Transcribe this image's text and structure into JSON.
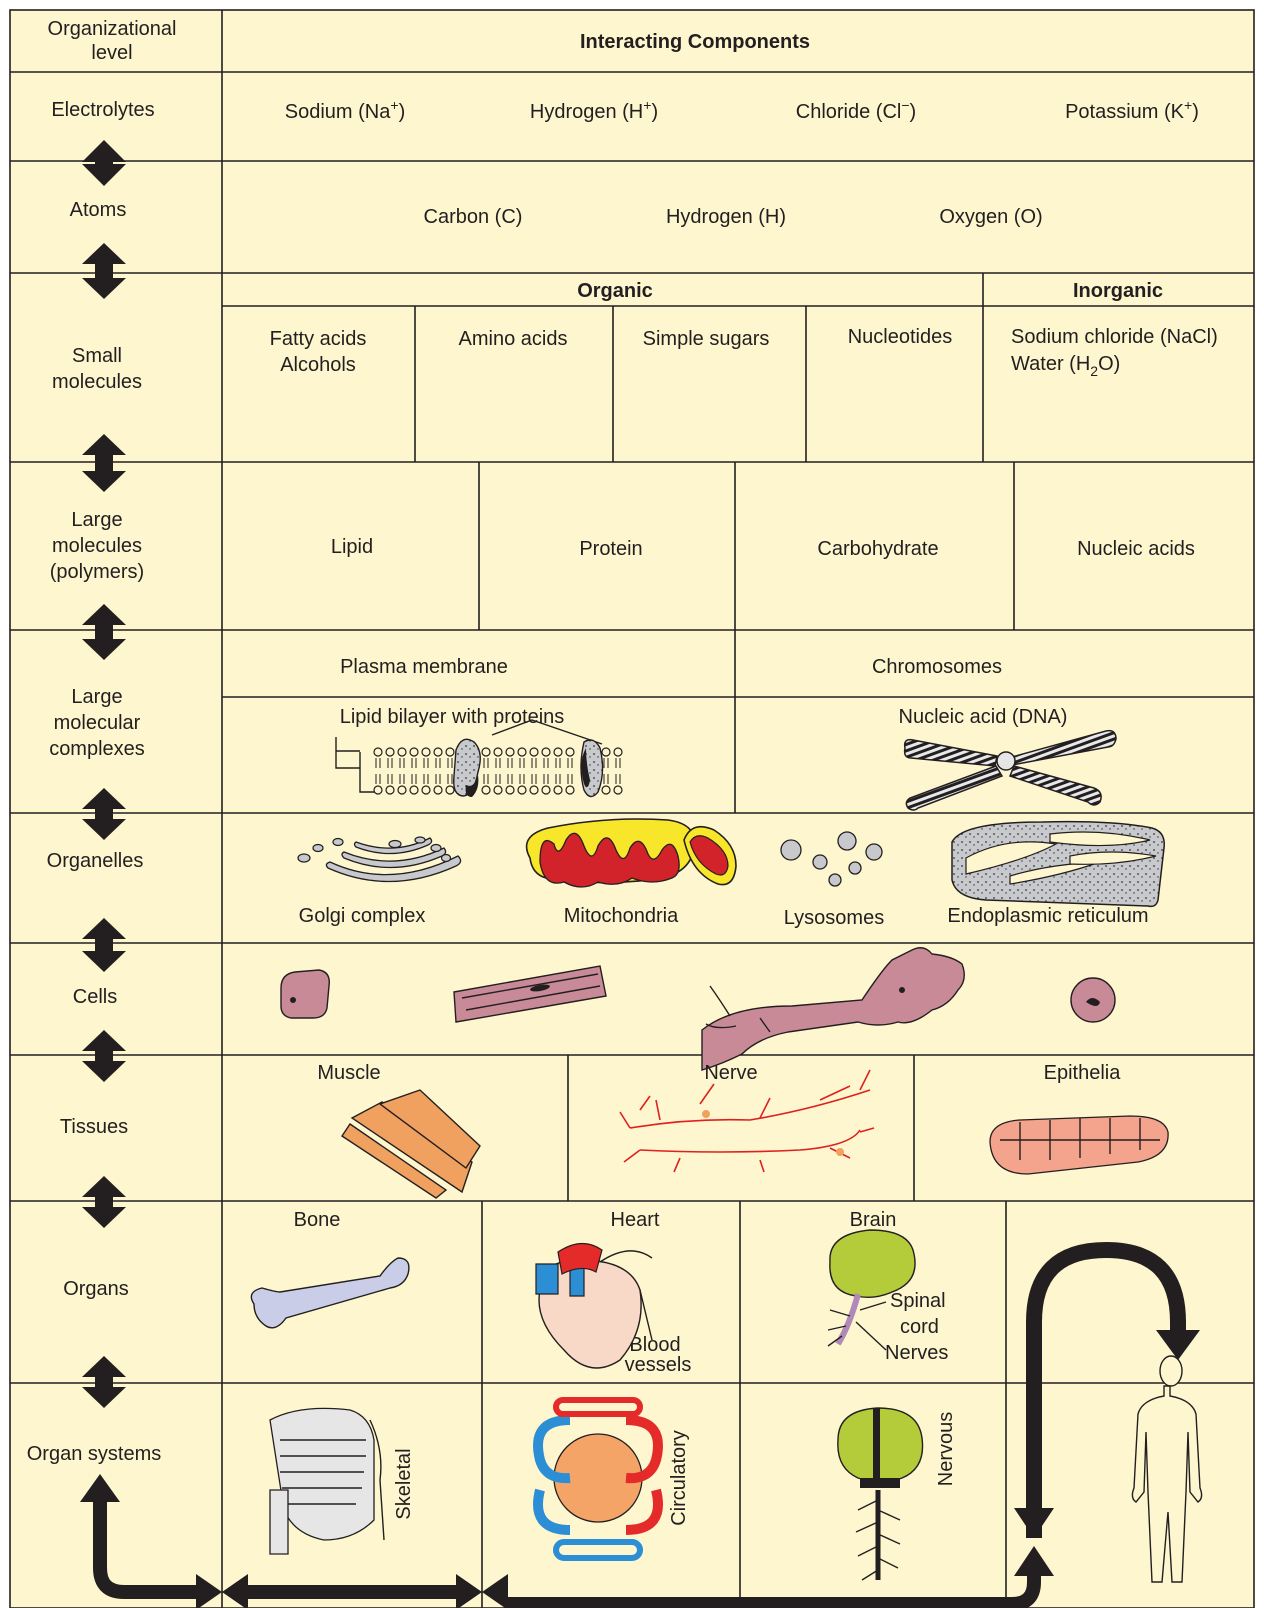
{
  "header": {
    "level_col": [
      "Organizational",
      "level"
    ],
    "components": "Interacting Components"
  },
  "levels": {
    "electrolytes": [
      "Electrolytes"
    ],
    "atoms": [
      "Atoms"
    ],
    "small": [
      "Small",
      "molecules"
    ],
    "large": [
      "Large",
      "molecules",
      "(polymers)"
    ],
    "complexes": [
      "Large",
      "molecular",
      "complexes"
    ],
    "organelles": [
      "Organelles"
    ],
    "cells": [
      "Cells"
    ],
    "tissues": [
      "Tissues"
    ],
    "organs": [
      "Organs"
    ],
    "systems": [
      "Organ systems"
    ]
  },
  "electrolytes": {
    "sodium": "Sodium (Na",
    "hydrogen": "Hydrogen (H",
    "chloride": "Chloride (Cl",
    "potassium": "Potassium (K",
    "plus": "+",
    "minus": "−",
    "close": ")"
  },
  "atoms": {
    "carbon": "Carbon (C)",
    "hydrogen": "Hydrogen (H)",
    "oxygen": "Oxygen (O)"
  },
  "small_molecules": {
    "organic": "Organic",
    "inorganic": "Inorganic",
    "fatty": [
      "Fatty acids",
      "Alcohols"
    ],
    "amino": "Amino acids",
    "sugars": "Simple sugars",
    "nucleotides": "Nucleotides",
    "nacl": "Sodium chloride (NaCl)",
    "water_a": "Water (H",
    "water_sub": "2",
    "water_b": "O)"
  },
  "large_molecules": {
    "lipid": "Lipid",
    "protein": "Protein",
    "carbohydrate": "Carbohydrate",
    "nucleic": "Nucleic acids"
  },
  "complexes": {
    "plasma": "Plasma membrane",
    "chromosomes": "Chromosomes",
    "bilayer": "Lipid bilayer with proteins",
    "dna": "Nucleic acid (DNA)"
  },
  "organelles": {
    "golgi": "Golgi complex",
    "mito": "Mitochondria",
    "lyso": "Lysosomes",
    "er": "Endoplasmic reticulum"
  },
  "tissues": {
    "muscle": "Muscle",
    "nerve": "Nerve",
    "epithelia": "Epithelia"
  },
  "organs": {
    "bone": "Bone",
    "heart": "Heart",
    "brain": "Brain",
    "blood": [
      "Blood",
      "vessels"
    ],
    "spinal": [
      "Spinal",
      "cord"
    ],
    "nerves": "Nerves"
  },
  "systems": {
    "skeletal": "Skeletal",
    "circulatory": "Circulatory",
    "nervous": "Nervous"
  },
  "colors": {
    "background": "#fdf6cf",
    "mito_outer": "#f7e629",
    "mito_inner": "#d2232a",
    "cell_fill": "#c98a98",
    "muscle_fill": "#f0a05f",
    "nerve_red": "#e02020",
    "epithelia_fill": "#f4a48c",
    "brain_green": "#b5cc3a",
    "artery_red": "#e52a2a",
    "vein_blue": "#2c8fd6",
    "bone_fill": "#c9cde8"
  }
}
